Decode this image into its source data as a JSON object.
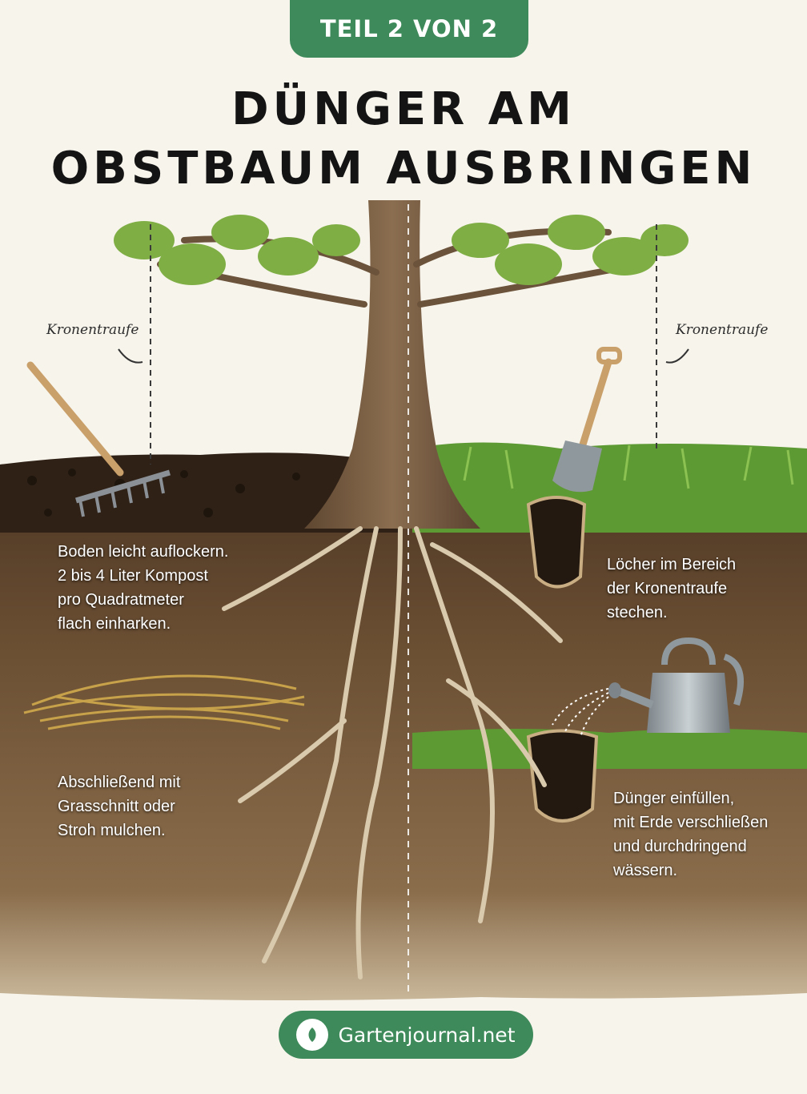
{
  "badge": "TEIL 2 VON 2",
  "title": [
    "DÜNGER AM",
    "OBSTBAUM AUSBRINGEN"
  ],
  "drip_line_label": "Kronentraufe",
  "left_steps": [
    [
      "Boden leicht auflockern.",
      "2 bis 4 Liter Kompost",
      "pro Quadratmeter",
      "flach einharken."
    ],
    [
      "Abschließend mit",
      "Grasschnitt oder",
      "Stroh mulchen."
    ]
  ],
  "right_steps": [
    [
      "Löcher im Bereich",
      "der Kronentraufe",
      "stechen."
    ],
    [
      "Dünger einfüllen,",
      "mit Erde verschließen",
      "und durchdringend",
      "wässern."
    ]
  ],
  "footer": "Gartenjournal.net",
  "colors": {
    "accent": "#3e8a5a",
    "soil": "#6b4f33",
    "topsoil": "#3a2a1c",
    "grass": "#6aa23a",
    "root": "#d9c9ad",
    "background": "#f7f4ec"
  }
}
